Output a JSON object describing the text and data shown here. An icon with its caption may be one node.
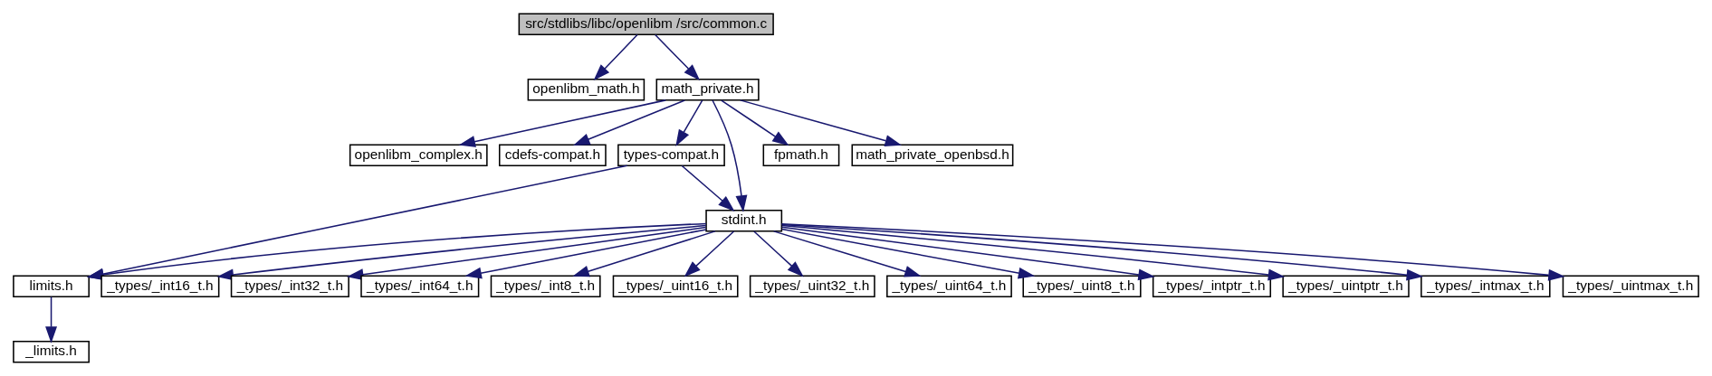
{
  "diagram": {
    "nodes": [
      {
        "text": [
          "src/stdlibs/libc/openlibm /src/common.c"
        ]
      },
      {
        "text": [
          "openlibm_math.h"
        ]
      },
      {
        "text": [
          "math_private.h"
        ]
      },
      {
        "text": [
          "openlibm_complex.h"
        ]
      },
      {
        "text": [
          "cdefs-compat.h"
        ]
      },
      {
        "text": [
          "types-compat.h"
        ]
      },
      {
        "text": [
          "stdint.h"
        ]
      },
      {
        "text": [
          "fpmath.h"
        ]
      },
      {
        "text": [
          "math_private_openbsd.h"
        ]
      },
      {
        "text": [
          "limits.h"
        ]
      },
      {
        "text": [
          "_types/_int16_t.h"
        ]
      },
      {
        "text": [
          "_types/_int32_t.h"
        ]
      },
      {
        "text": [
          "_types/_int64_t.h"
        ]
      },
      {
        "text": [
          "_types/_int8_t.h"
        ]
      },
      {
        "text": [
          "_types/_uint16_t.h"
        ]
      },
      {
        "text": [
          "_types/_uint32_t.h"
        ]
      },
      {
        "text": [
          "_types/_uint64_t.h"
        ]
      },
      {
        "text": [
          "_types/_uint8_t.h"
        ]
      },
      {
        "text": [
          "_types/_intptr_t.h"
        ]
      },
      {
        "text": [
          "_types/_uintptr_t.h"
        ]
      },
      {
        "text": [
          "_types/_intmax_t.h"
        ]
      },
      {
        "text": [
          "_types/_uintmax_t.h"
        ]
      },
      {
        "text": [
          "_limits.h"
        ]
      }
    ],
    "edges": [
      {
        "from": 0,
        "to": 1,
        "arrow": "to"
      },
      {
        "from": 0,
        "to": 2,
        "arrow": "to"
      },
      {
        "from": 2,
        "to": 3,
        "arrow": "to"
      },
      {
        "from": 2,
        "to": 4,
        "arrow": "to"
      },
      {
        "from": 2,
        "to": 5,
        "arrow": "to"
      },
      {
        "from": 2,
        "to": 6,
        "arrow": "to"
      },
      {
        "from": 2,
        "to": 7,
        "arrow": "to"
      },
      {
        "from": 2,
        "to": 8,
        "arrow": "to"
      },
      {
        "from": 5,
        "to": 9,
        "arrow": "to"
      },
      {
        "from": 5,
        "to": 6,
        "arrow": "to"
      },
      {
        "from": 6,
        "to": 9,
        "arrow": "to"
      },
      {
        "from": 6,
        "to": 10,
        "arrow": "to"
      },
      {
        "from": 6,
        "to": 11,
        "arrow": "to"
      },
      {
        "from": 6,
        "to": 12,
        "arrow": "to"
      },
      {
        "from": 6,
        "to": 13,
        "arrow": "to"
      },
      {
        "from": 6,
        "to": 14,
        "arrow": "to"
      },
      {
        "from": 6,
        "to": 15,
        "arrow": "to"
      },
      {
        "from": 6,
        "to": 16,
        "arrow": "to"
      },
      {
        "from": 6,
        "to": 17,
        "arrow": "to"
      },
      {
        "from": 6,
        "to": 18,
        "arrow": "to"
      },
      {
        "from": 6,
        "to": 19,
        "arrow": "to"
      },
      {
        "from": 6,
        "to": 20,
        "arrow": "to"
      },
      {
        "from": 6,
        "to": 21,
        "arrow": "to"
      },
      {
        "from": 9,
        "to": 22,
        "arrow": "to"
      }
    ]
  }
}
